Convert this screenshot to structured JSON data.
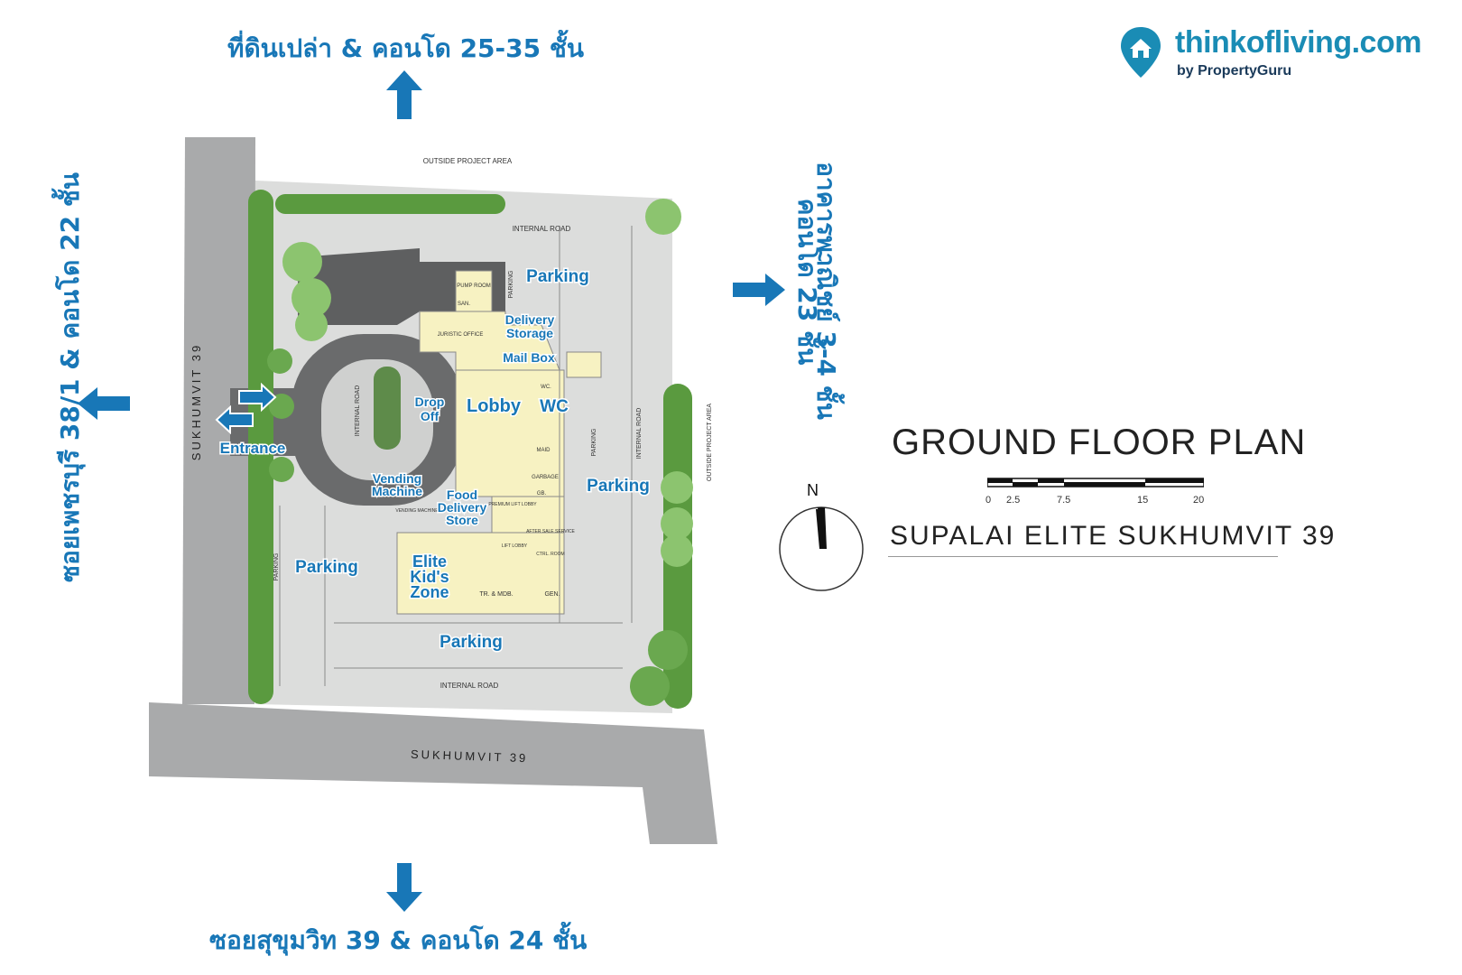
{
  "directions": {
    "north": "ที่ดินเปล่า & คอนโด 25-35 ชั้น",
    "south": "ซอยสุขุมวิท 39 & คอนโด 24 ชั้น",
    "west": "ซอยเพชรบุรี 38/1 & คอนโด 22 ชั้น",
    "east_line1": "อาคารพาณิชย์ 3-4 ชั้น",
    "east_line2": "คอนโด 23 ชั้น"
  },
  "logo": {
    "main": "thinkofliving.com",
    "sub": "by PropertyGuru",
    "icon": "map-pin-house-icon"
  },
  "plan": {
    "title": "GROUND FLOOR PLAN",
    "project": "SUPALAI ELITE SUKHUMVIT 39",
    "scale_labels": [
      "0",
      "2.5",
      "7.5",
      "15",
      "20"
    ],
    "north_label": "N"
  },
  "map_labels": {
    "outside_top": "OUTSIDE PROJECT AREA",
    "outside_right": "OUTSIDE PROJECT AREA",
    "road_left": "SUKHUMVIT 39",
    "road_bottom": "SUKHUMVIT 39",
    "internal_road_top": "INTERNAL ROAD",
    "internal_road_bottom": "INTERNAL ROAD",
    "internal_road_right": "INTERNAL ROAD",
    "internal_road_center": "INTERNAL ROAD",
    "parking_small": "PARKING",
    "pump_room": "PUMP ROOM",
    "san": "SAN.",
    "juristic_office": "JURISTIC OFFICE",
    "wc_small": "WC.",
    "maid": "MAID",
    "garbage": "GARBAGE",
    "gb": "GB.",
    "premium_lift_lobby": "PREMIUM LIFT LOBBY",
    "lift_lobby": "LIFT LOBBY",
    "after_sale": "AFTER SALE SERVICE",
    "ctrl_room": "CTRL. ROOM",
    "tr_mdb": "TR. & MDB.",
    "gen": "GEN.",
    "vending_small": "VENDING MACHINE"
  },
  "callouts": {
    "parking": "Parking",
    "delivery_storage_1": "Delivery",
    "delivery_storage_2": "Storage",
    "mail_box": "Mail Box",
    "drop_off_1": "Drop",
    "drop_off_2": "Off",
    "lobby": "Lobby",
    "wc": "WC",
    "entrance": "Entrance",
    "vending_1": "Vending",
    "vending_2": "Machine",
    "food_1": "Food",
    "food_2": "Delivery",
    "food_3": "Store",
    "kids_1": "Elite",
    "kids_2": "Kid's",
    "kids_3": "Zone"
  },
  "colors": {
    "accent_blue": "#1877b7",
    "road_gray": "#a9aaab",
    "paved": "#dcdddc",
    "building": "#f7f2c2",
    "green": "#6aa84f"
  }
}
